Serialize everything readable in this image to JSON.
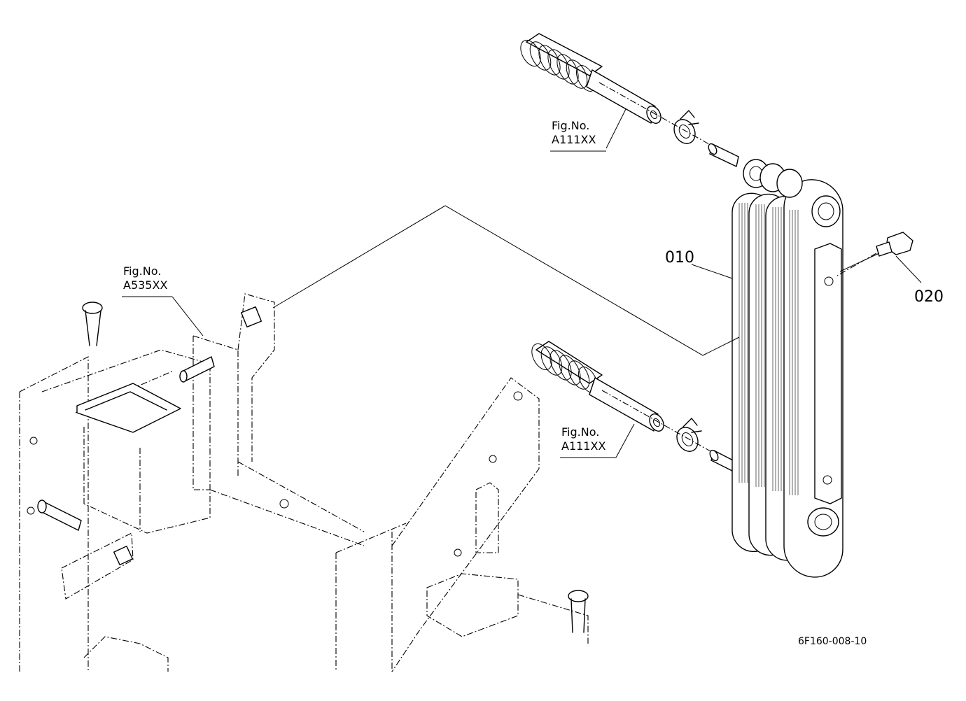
{
  "figure_refs": [
    {
      "line1": "Fig.No.",
      "line2": "A111XX"
    },
    {
      "line1": "Fig.No.",
      "line2": "A535XX"
    },
    {
      "line1": "Fig.No.",
      "line2": "A111XX"
    }
  ],
  "part_numbers": [
    "010",
    "020"
  ],
  "drawing_code": "6F160-008-10"
}
